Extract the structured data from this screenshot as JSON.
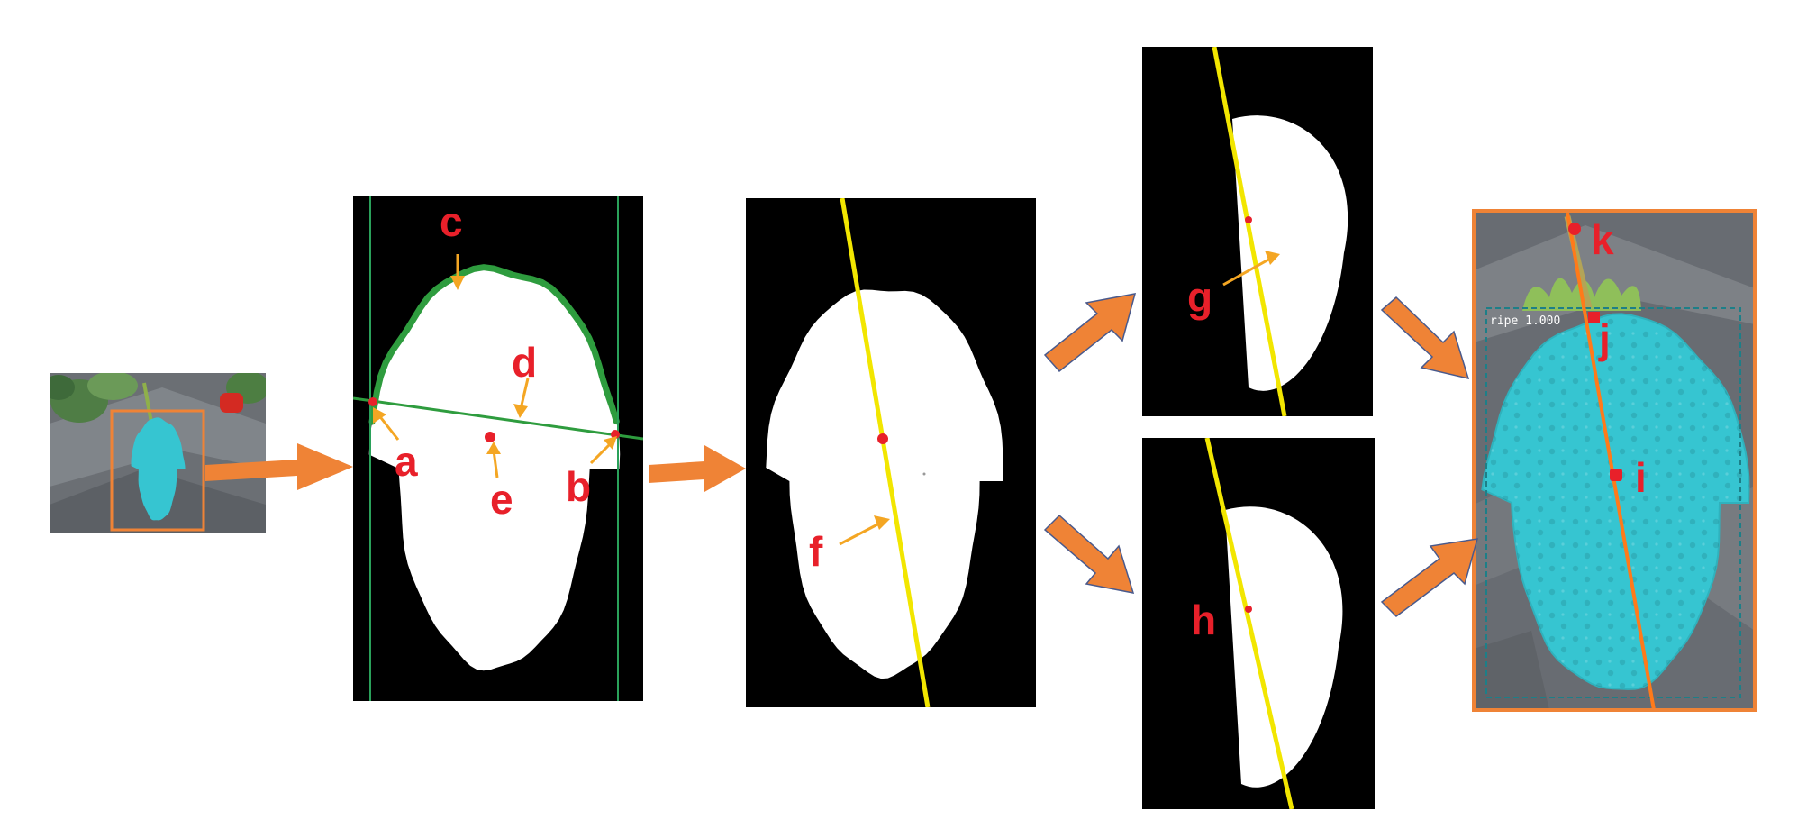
{
  "colors": {
    "mask_cyan": "#36c5d1",
    "flow_arrow": "#ef8336",
    "arrow_outline": "#4a5a8c",
    "label_red": "#e8202a",
    "pointer_orange": "#f4a623",
    "axis_yellow": "#f2e600",
    "contour_green": "#2e9c3e",
    "box_line_green": "#2aa15a",
    "result_orange": "#ff7a1a",
    "ground_gray": "#6b6f74"
  },
  "labels": {
    "a": "a",
    "b": "b",
    "c": "c",
    "d": "d",
    "e": "e",
    "f": "f",
    "g": "g",
    "h": "h",
    "i": "i",
    "j": "j",
    "k": "k"
  },
  "detection": {
    "score": "ripe 1.000"
  },
  "icons": [
    "flow-arrow-icon",
    "pointer-arrow-icon"
  ]
}
